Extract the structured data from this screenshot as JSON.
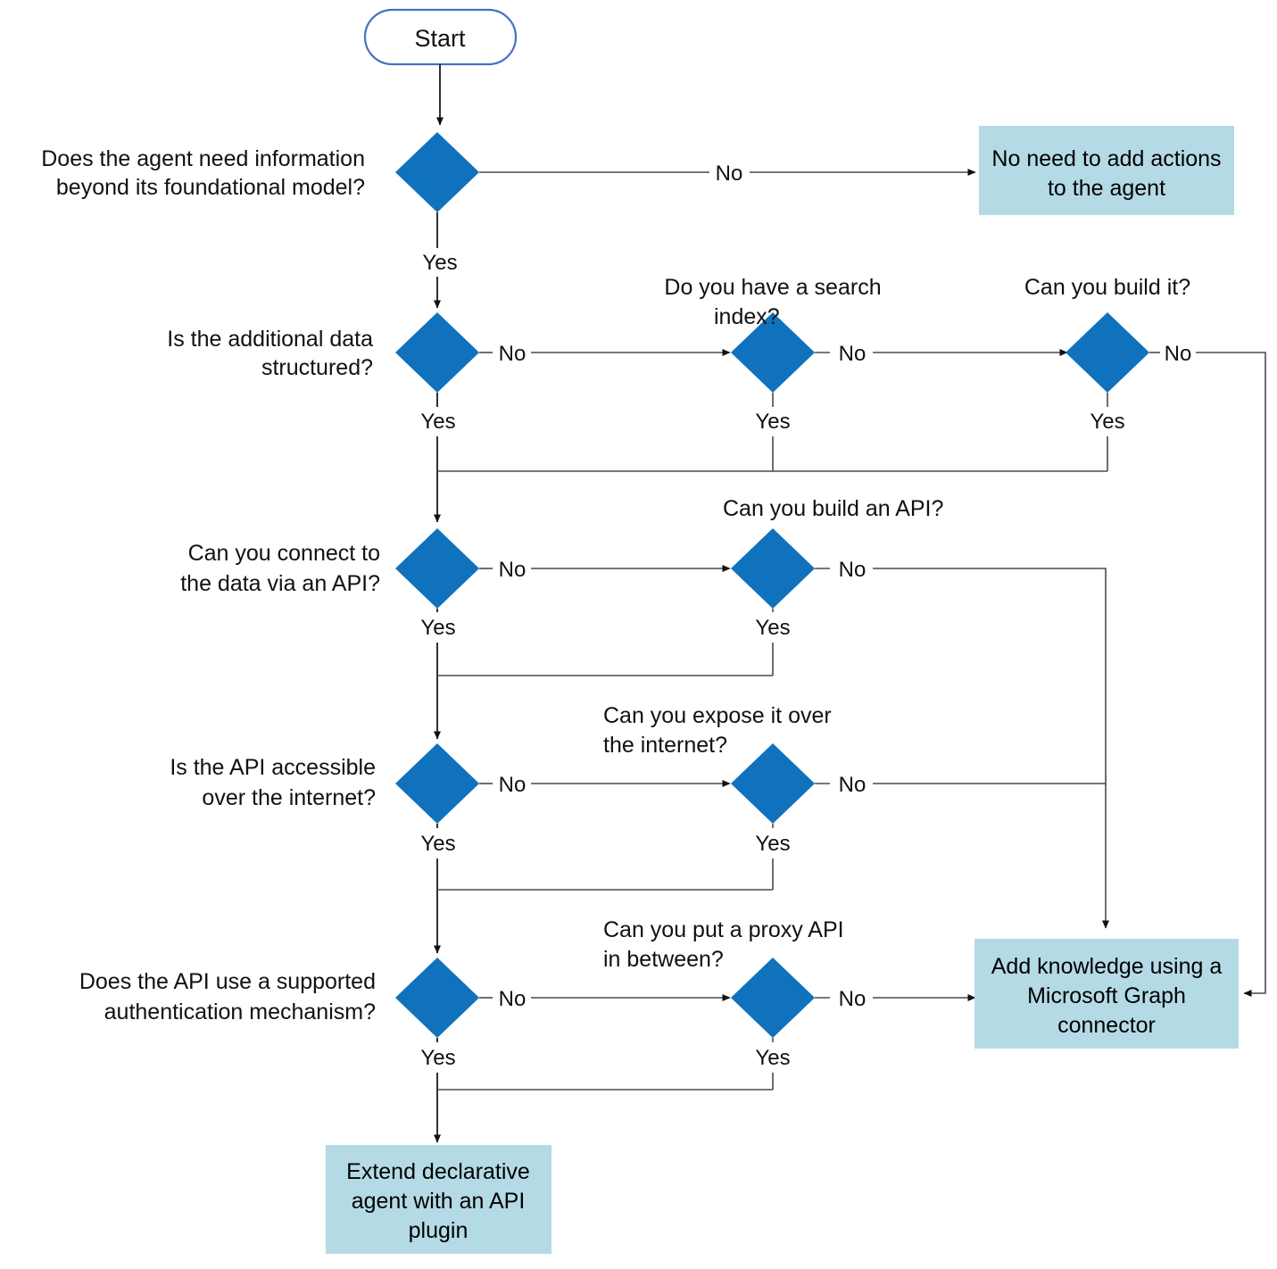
{
  "diagram": {
    "title": "Agent knowledge and actions decision flowchart",
    "colors": {
      "decision_fill": "#1072bd",
      "terminator_stroke": "#4472c4",
      "process_fill": "#b4dae6",
      "connector": "#4a4a4a",
      "text": "#111111"
    },
    "start": {
      "label": "Start"
    },
    "decisions": [
      {
        "id": "need-info",
        "question": "Does the agent need information beyond its foundational model?",
        "question_line1": "Does the agent need information",
        "question_line2": "beyond its foundational model?",
        "label_position": "left",
        "yes_label": "Yes",
        "no_label": "No"
      },
      {
        "id": "data-structured",
        "question": "Is the additional data structured?",
        "question_line1": "Is the additional data",
        "question_line2": "structured?",
        "label_position": "left",
        "yes_label": "Yes",
        "no_label": "No"
      },
      {
        "id": "have-search-index",
        "question": "Do you have a search index?",
        "question_line1": "Do you have a search",
        "question_line2": "index?",
        "label_position": "above",
        "yes_label": "Yes",
        "no_label": "No"
      },
      {
        "id": "can-build-index",
        "question": "Can you build it?",
        "question_line1": "Can you build it?",
        "question_line2": "",
        "label_position": "above",
        "yes_label": "Yes",
        "no_label": "No"
      },
      {
        "id": "connect-via-api",
        "question": "Can you connect to the data via an API?",
        "question_line1": "Can you connect to",
        "question_line2": "the data via an API?",
        "label_position": "left",
        "yes_label": "Yes",
        "no_label": "No"
      },
      {
        "id": "can-build-api",
        "question": "Can you build an API?",
        "question_line1": "Can you build an API?",
        "question_line2": "",
        "label_position": "above",
        "yes_label": "Yes",
        "no_label": "No"
      },
      {
        "id": "api-accessible",
        "question": "Is the API accessible over the internet?",
        "question_line1": "Is the API accessible",
        "question_line2": "over the internet?",
        "label_position": "left",
        "yes_label": "Yes",
        "no_label": "No"
      },
      {
        "id": "can-expose-internet",
        "question": "Can you expose it over the internet?",
        "question_line1": "Can you expose it over",
        "question_line2": "the internet?",
        "label_position": "above",
        "yes_label": "Yes",
        "no_label": "No"
      },
      {
        "id": "supported-auth",
        "question": "Does the API use a supported authentication mechanism?",
        "question_line1": "Does the API use a supported",
        "question_line2": "authentication mechanism?",
        "label_position": "left",
        "yes_label": "Yes",
        "no_label": "No"
      },
      {
        "id": "proxy-api",
        "question": "Can you put a proxy API in between?",
        "question_line1": "Can you put a proxy API",
        "question_line2": "in between?",
        "label_position": "above",
        "yes_label": "Yes",
        "no_label": "No"
      }
    ],
    "outcomes": [
      {
        "id": "no-actions-needed",
        "text": "No need to add actions to the agent",
        "line1": "No need to add actions",
        "line2": "to the agent",
        "line3": ""
      },
      {
        "id": "graph-connector",
        "text": "Add knowledge using a Microsoft Graph connector",
        "line1": "Add knowledge using a",
        "line2": "Microsoft Graph",
        "line3": "connector"
      },
      {
        "id": "api-plugin",
        "text": "Extend declarative agent with an API plugin",
        "line1": "Extend declarative",
        "line2": "agent with an API",
        "line3": "plugin"
      }
    ],
    "edge_labels": {
      "yes": "Yes",
      "no": "No"
    }
  }
}
